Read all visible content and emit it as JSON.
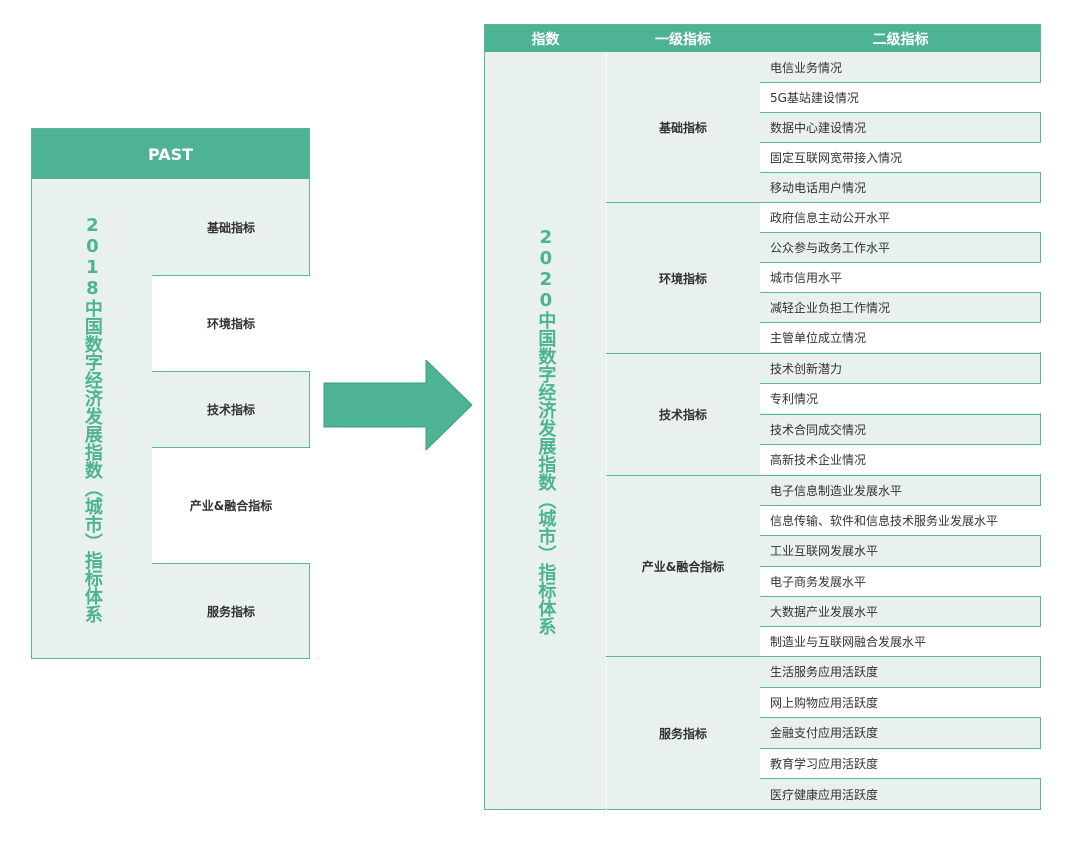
{
  "past": {
    "header": "PAST",
    "title": "2018中国数字经济发展指数（城市）指标体系",
    "items": [
      "基础指标",
      "环境指标",
      "技术指标",
      "产业&融合指标",
      "服务指标"
    ]
  },
  "arrow": {
    "color": "#4db394"
  },
  "table": {
    "headers": [
      "指数",
      "一级指标",
      "二级指标"
    ],
    "title": "2020中国数字经济发展指数（城市）指标体系",
    "groups": [
      {
        "name": "基础指标",
        "items": [
          "电信业务情况",
          "5G基站建设情况",
          "数据中心建设情况",
          "固定互联网宽带接入情况",
          "移动电话用户情况"
        ]
      },
      {
        "name": "环境指标",
        "items": [
          "政府信息主动公开水平",
          "公众参与政务工作水平",
          "城市信用水平",
          "减轻企业负担工作情况",
          "主管单位成立情况"
        ]
      },
      {
        "name": "技术指标",
        "items": [
          "技术创新潜力",
          "专利情况",
          "技术合同成交情况",
          "高新技术企业情况"
        ]
      },
      {
        "name": "产业&融合指标",
        "items": [
          "电子信息制造业发展水平",
          "信息传输、软件和信息技术服务业发展水平",
          "工业互联网发展水平",
          "电子商务发展水平",
          "大数据产业发展水平",
          "制造业与互联网融合发展水平"
        ]
      },
      {
        "name": "服务指标",
        "items": [
          "生活服务应用活跃度",
          "网上购物应用活跃度",
          "金融支付应用活跃度",
          "教育学习应用活跃度",
          "医疗健康应用活跃度"
        ]
      }
    ]
  },
  "colors": {
    "accent": "#4db394",
    "panel": "#e8f1ee",
    "border": "#5ab896"
  }
}
